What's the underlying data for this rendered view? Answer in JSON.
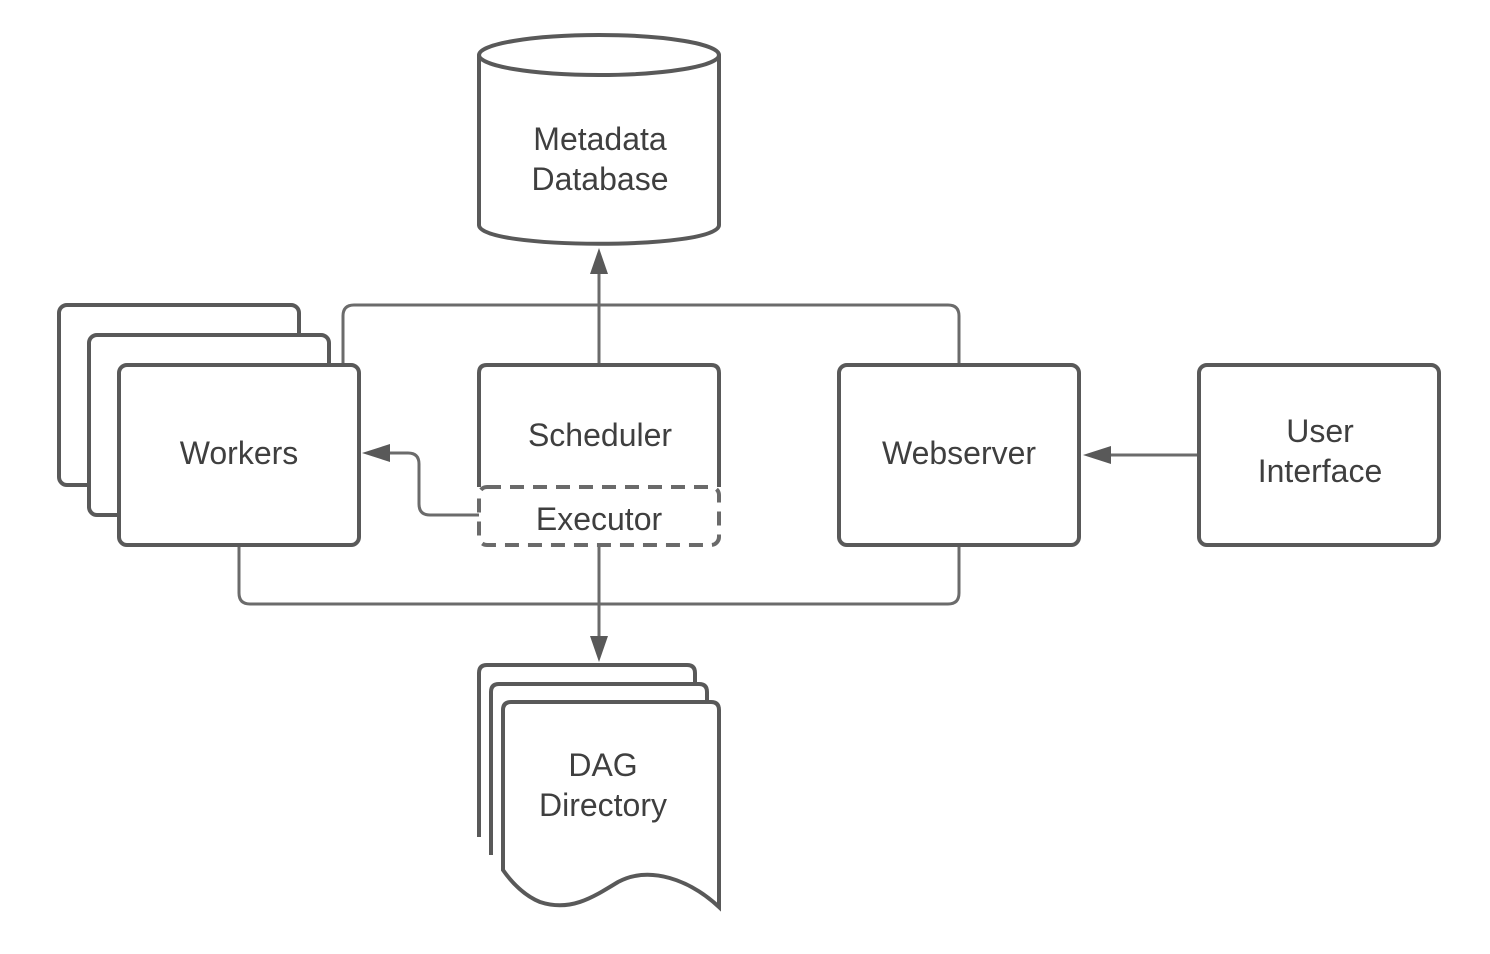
{
  "diagram": {
    "nodes": {
      "metadata_database": {
        "line1": "Metadata",
        "line2": "Database"
      },
      "workers": {
        "label": "Workers"
      },
      "scheduler": {
        "label": "Scheduler"
      },
      "executor": {
        "label": "Executor"
      },
      "webserver": {
        "label": "Webserver"
      },
      "user_interface": {
        "line1": "User",
        "line2": "Interface"
      },
      "dag_directory": {
        "line1": "DAG",
        "line2": "Directory"
      }
    },
    "edges": [
      {
        "from": "scheduler",
        "to": "metadata_database"
      },
      {
        "from": "workers",
        "to": "metadata_database"
      },
      {
        "from": "webserver",
        "to": "metadata_database"
      },
      {
        "from": "executor",
        "to": "workers"
      },
      {
        "from": "user_interface",
        "to": "webserver"
      },
      {
        "from": "executor",
        "to": "dag_directory"
      },
      {
        "from": "workers",
        "to": "dag_directory"
      },
      {
        "from": "webserver",
        "to": "dag_directory"
      }
    ],
    "colors": {
      "stroke": "#595959",
      "text": "#3f3f3f",
      "background": "#ffffff"
    }
  }
}
